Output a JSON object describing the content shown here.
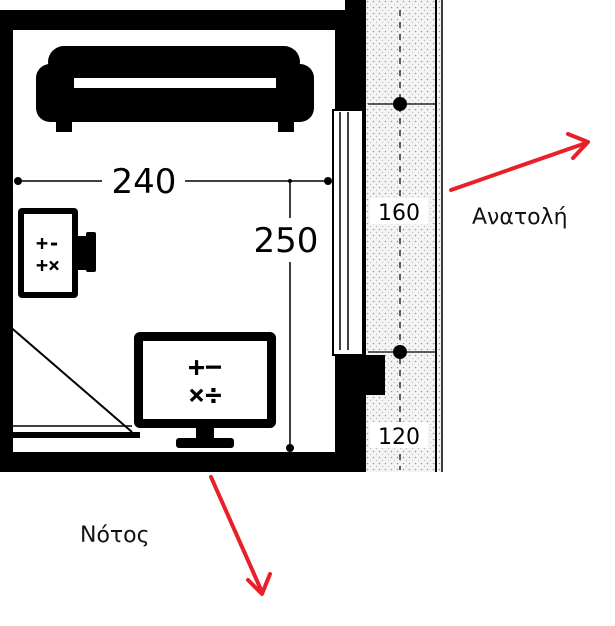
{
  "dimensions": {
    "room_width": "240",
    "room_depth": "250",
    "wall_segment_upper": "160",
    "wall_segment_lower": "120"
  },
  "directions": {
    "east": "Ανατολή",
    "south": "Νότος"
  },
  "colors": {
    "wall": "#000000",
    "floor": "#ffffff",
    "arrow": "#e8202a",
    "hatch": "#ededed"
  },
  "icons": [
    "sofa-icon",
    "calculator-monitor-icon",
    "large-calculator-monitor-icon"
  ]
}
